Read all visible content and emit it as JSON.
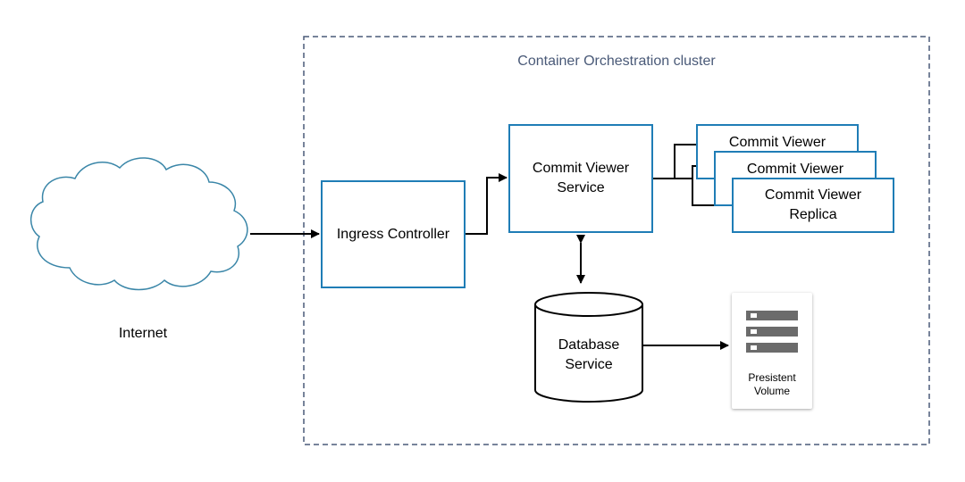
{
  "cluster": {
    "title": "Container Orchestration cluster"
  },
  "internet": {
    "label": "Internet"
  },
  "ingress": {
    "label": "Ingress Controller"
  },
  "service": {
    "line1": "Commit Viewer",
    "line2": "Service"
  },
  "replicas": {
    "back": "Commit Viewer",
    "middle": "Commit Viewer",
    "front_line1": "Commit Viewer",
    "front_line2": "Replica"
  },
  "database": {
    "line1": "Database",
    "line2": "Service"
  },
  "volume": {
    "line1": "Presistent",
    "line2": "Volume",
    "icon": "server-storage-icon"
  },
  "colors": {
    "box_border": "#1f7db6",
    "cloud_stroke": "#3a86a8",
    "cluster_border": "#4a5a78"
  }
}
